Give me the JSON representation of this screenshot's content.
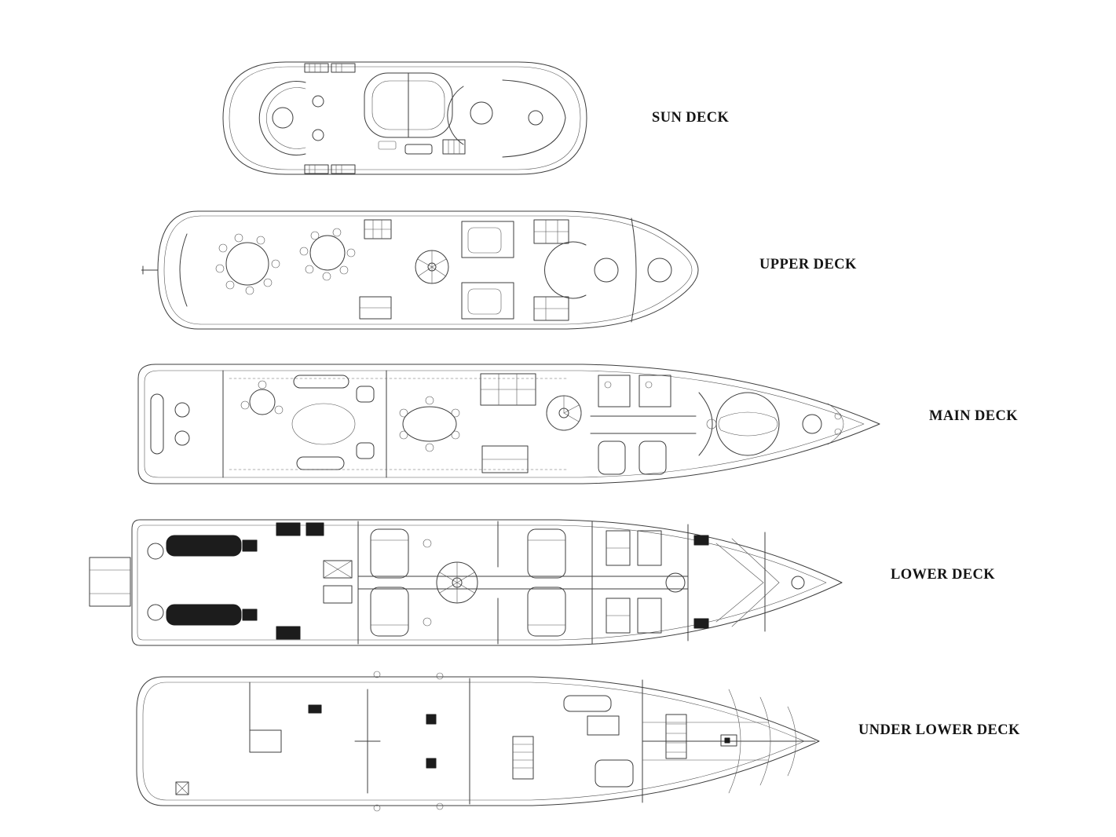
{
  "page": {
    "background": "#ffffff",
    "line_color": "#3d3d3d",
    "text_color": "#141414"
  },
  "decks": [
    {
      "id": "sun-deck",
      "label": "SUN DECK"
    },
    {
      "id": "upper-deck",
      "label": "UPPER DECK"
    },
    {
      "id": "main-deck",
      "label": "MAIN DECK"
    },
    {
      "id": "lower-deck",
      "label": "LOWER DECK"
    },
    {
      "id": "under-lower-deck",
      "label": "UNDER LOWER DECK"
    }
  ]
}
